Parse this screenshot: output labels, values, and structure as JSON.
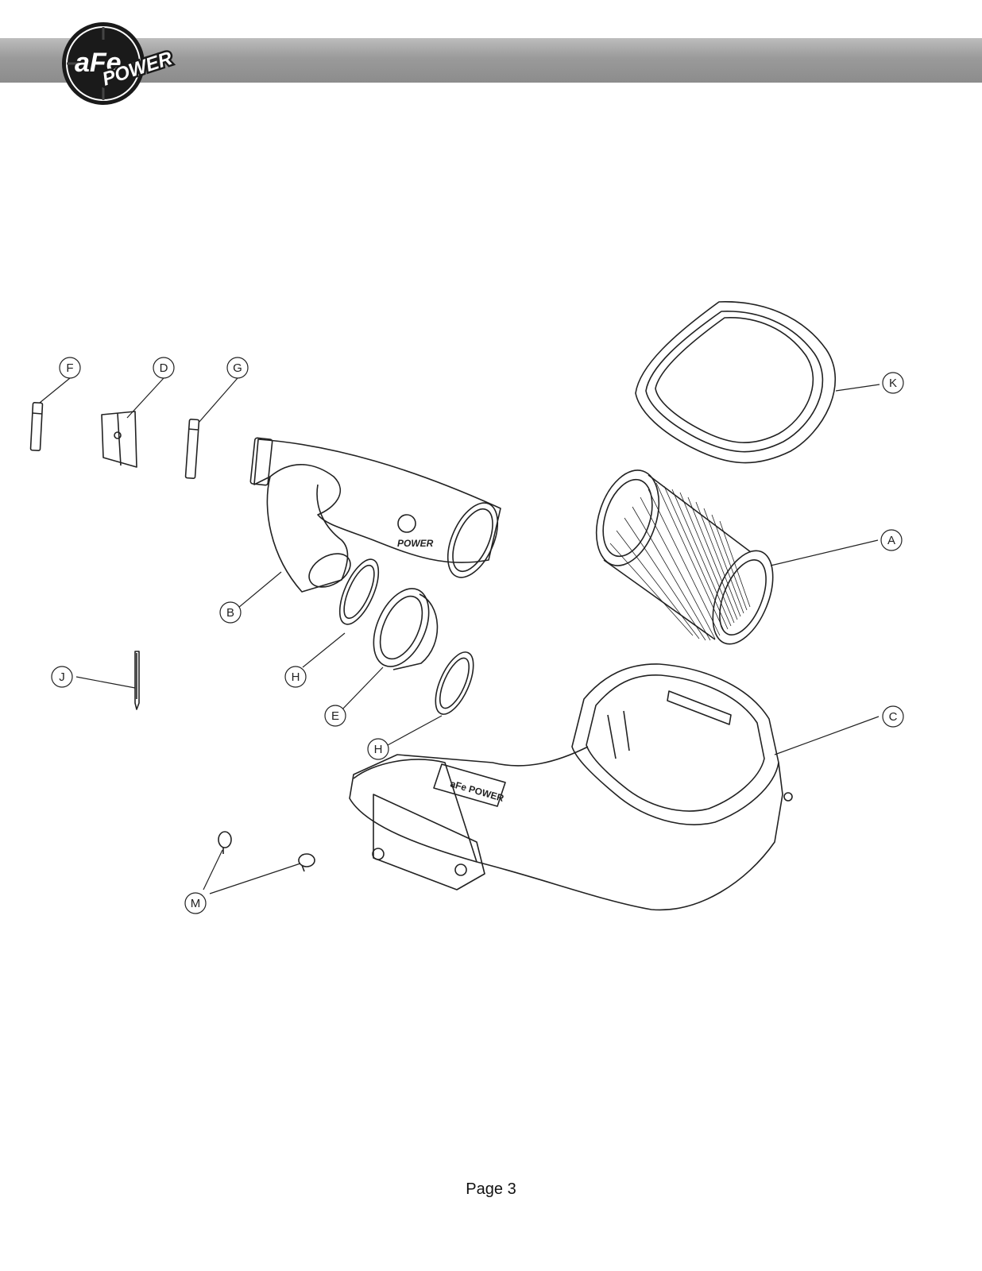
{
  "brand": {
    "logo_text_1": "aFe",
    "logo_text_2": "POWER"
  },
  "callouts": {
    "F": "F",
    "D": "D",
    "G": "G",
    "K": "K",
    "A": "A",
    "B": "B",
    "H1": "H",
    "E": "E",
    "J": "J",
    "H2": "H",
    "C": "C",
    "M": "M"
  },
  "colors": {
    "header_gray": "#9a9a9a",
    "line": "#222222"
  },
  "footer": {
    "page_label": "Page 3"
  }
}
